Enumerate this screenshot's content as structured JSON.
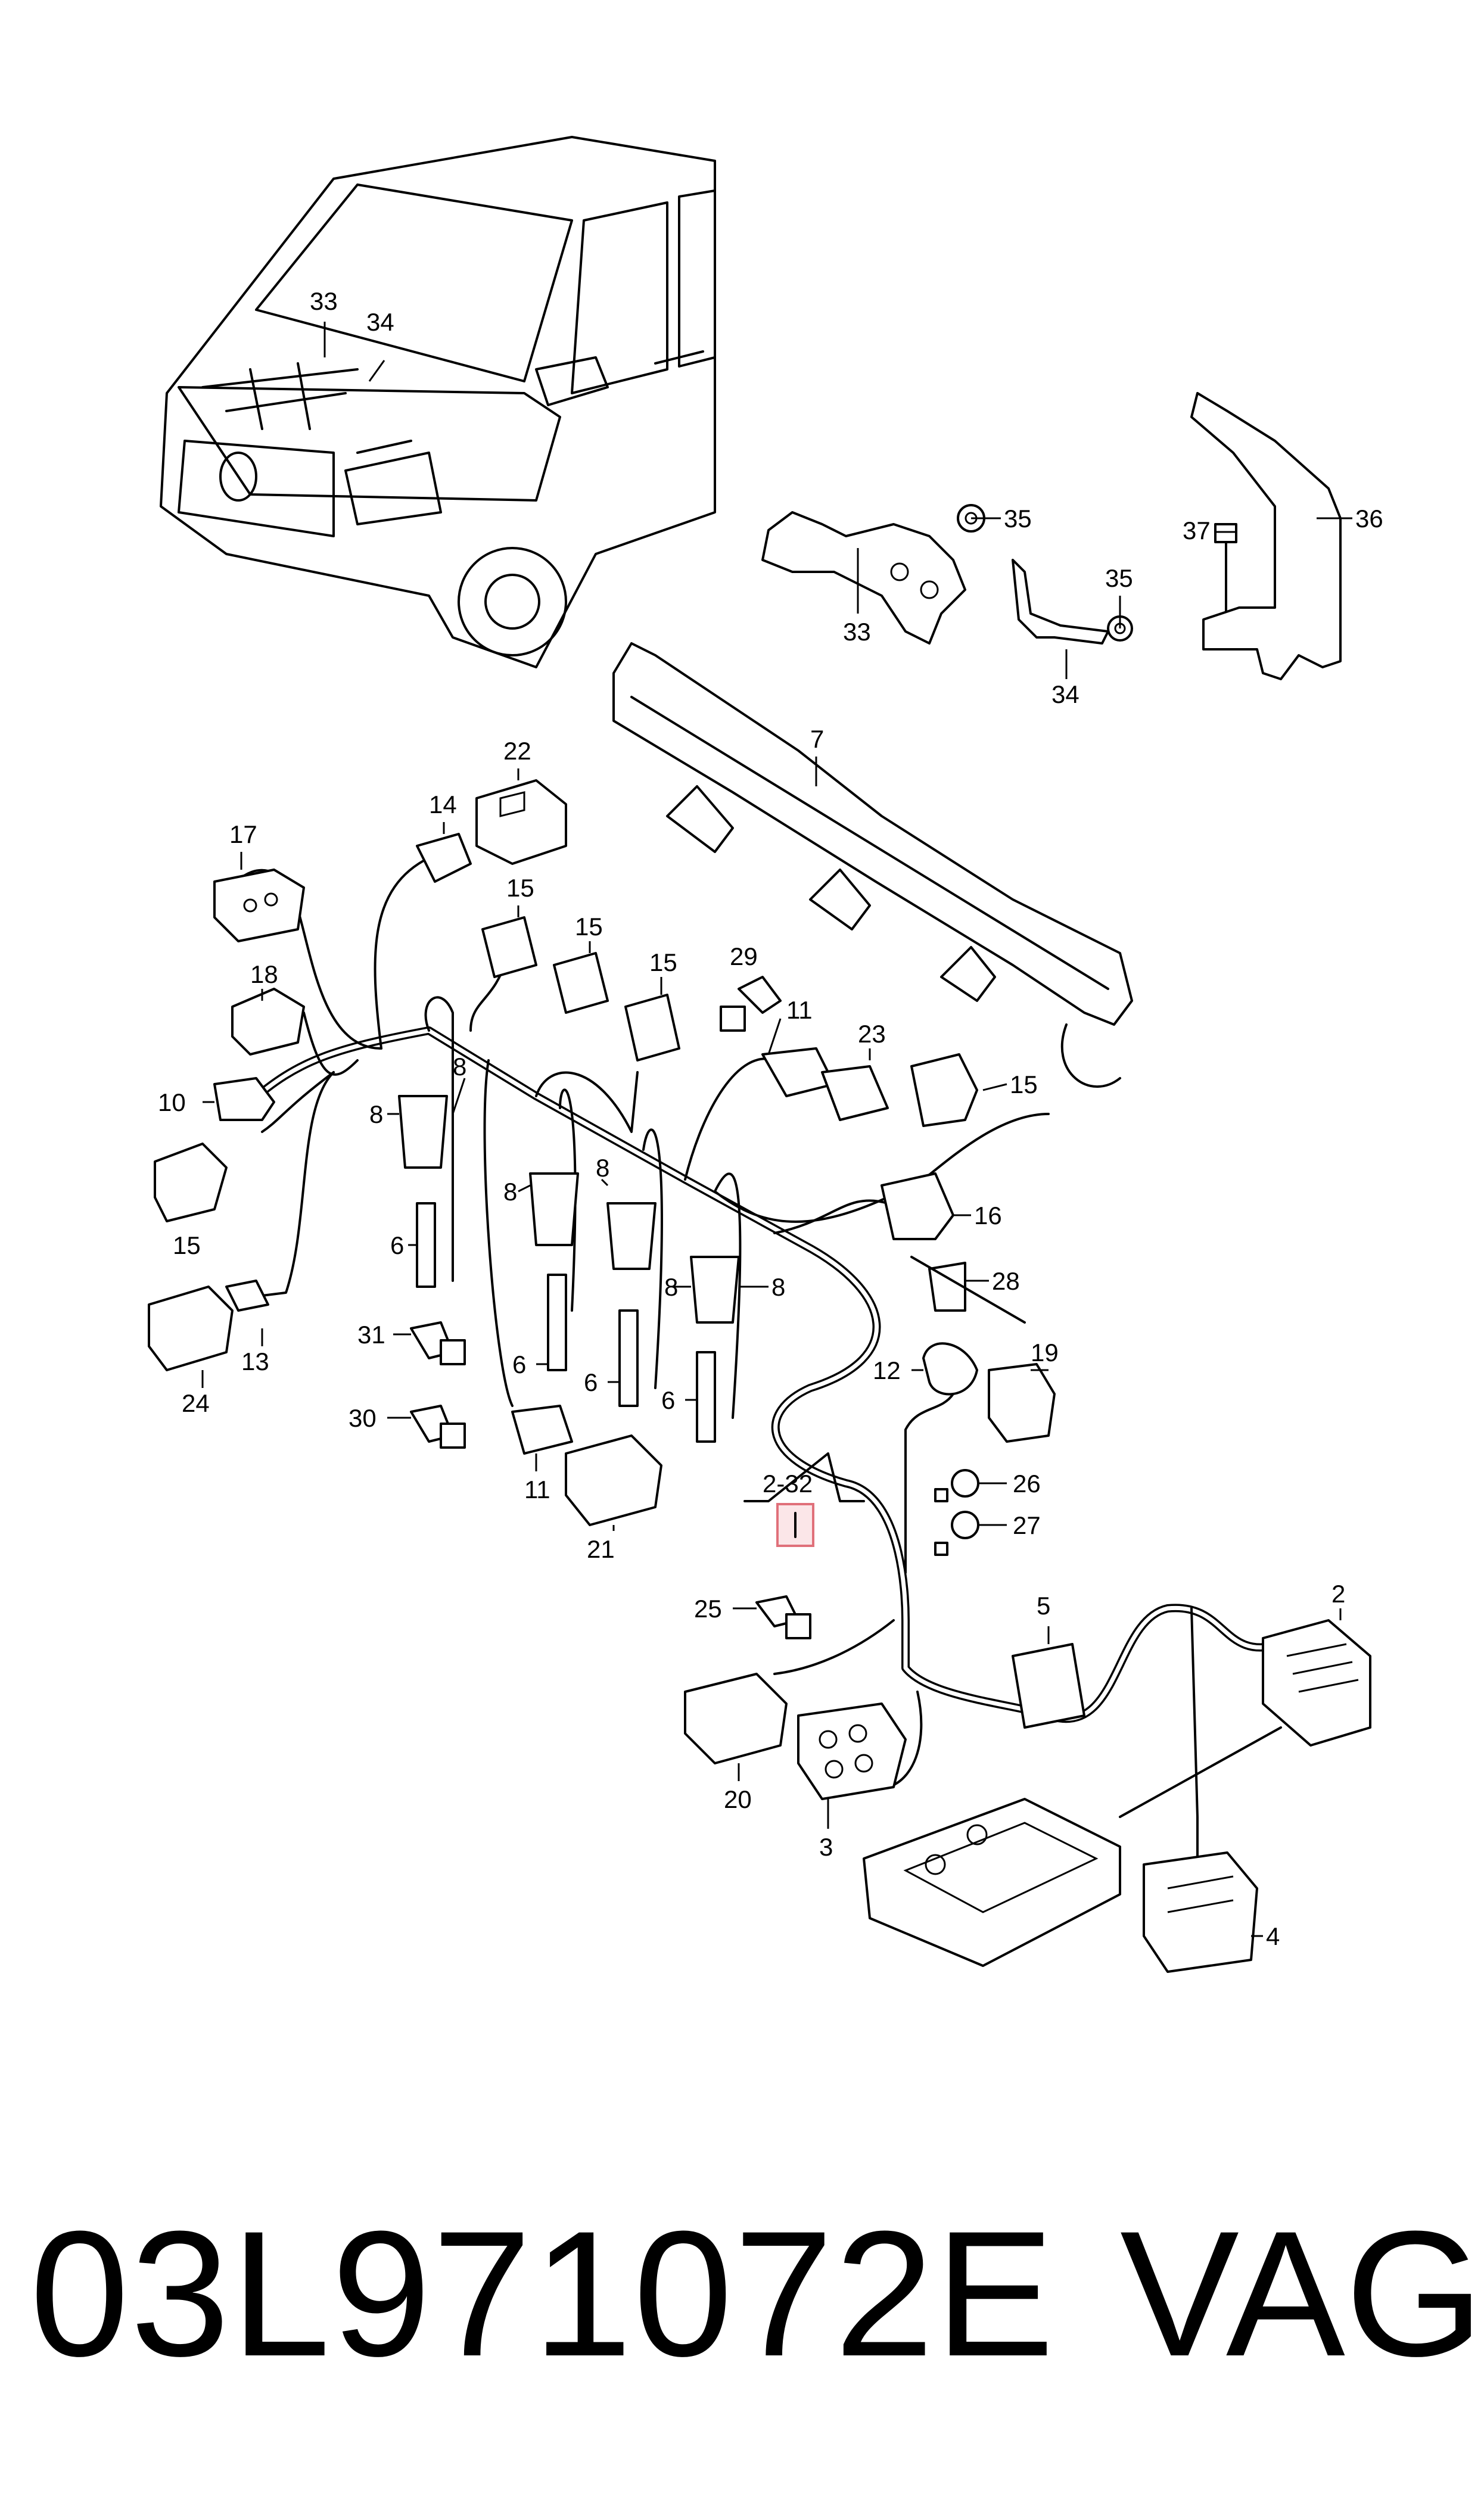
{
  "callouts": {
    "c33a": "33",
    "c34a": "34",
    "c35a": "35",
    "c33b": "33",
    "c35b": "35",
    "c34b": "34",
    "c37": "37",
    "c36": "36",
    "c7": "7",
    "c22": "22",
    "c14": "14",
    "c17": "17",
    "c15a": "15",
    "c15b": "15",
    "c15c": "15",
    "c18": "18",
    "c29": "29",
    "c11a": "11",
    "c23": "23",
    "c15d": "15",
    "c10": "10",
    "c8a": "8",
    "c8b": "8",
    "c15e": "15",
    "c8c": "8",
    "c8d": "8",
    "c16": "16",
    "c6a": "6",
    "c8e": "8",
    "c28": "28",
    "c13": "13",
    "c24": "24",
    "c31": "31",
    "c6b": "6",
    "c6c": "6",
    "c6d": "6",
    "c19": "19",
    "c12": "12",
    "c30": "30",
    "c11b": "11",
    "c21": "21",
    "c232": "2-32",
    "c26": "26",
    "c27": "27",
    "c25": "25",
    "c5": "5",
    "c2": "2",
    "c20": "20",
    "c3": "3",
    "c4": "4",
    "c8f": "8"
  },
  "footer": {
    "part_number": "03L971072E",
    "brand": "VAG"
  },
  "colors": {
    "ink": "#000000",
    "highlight": "#e0707a",
    "highlight_fill": "#fbe6e8"
  }
}
